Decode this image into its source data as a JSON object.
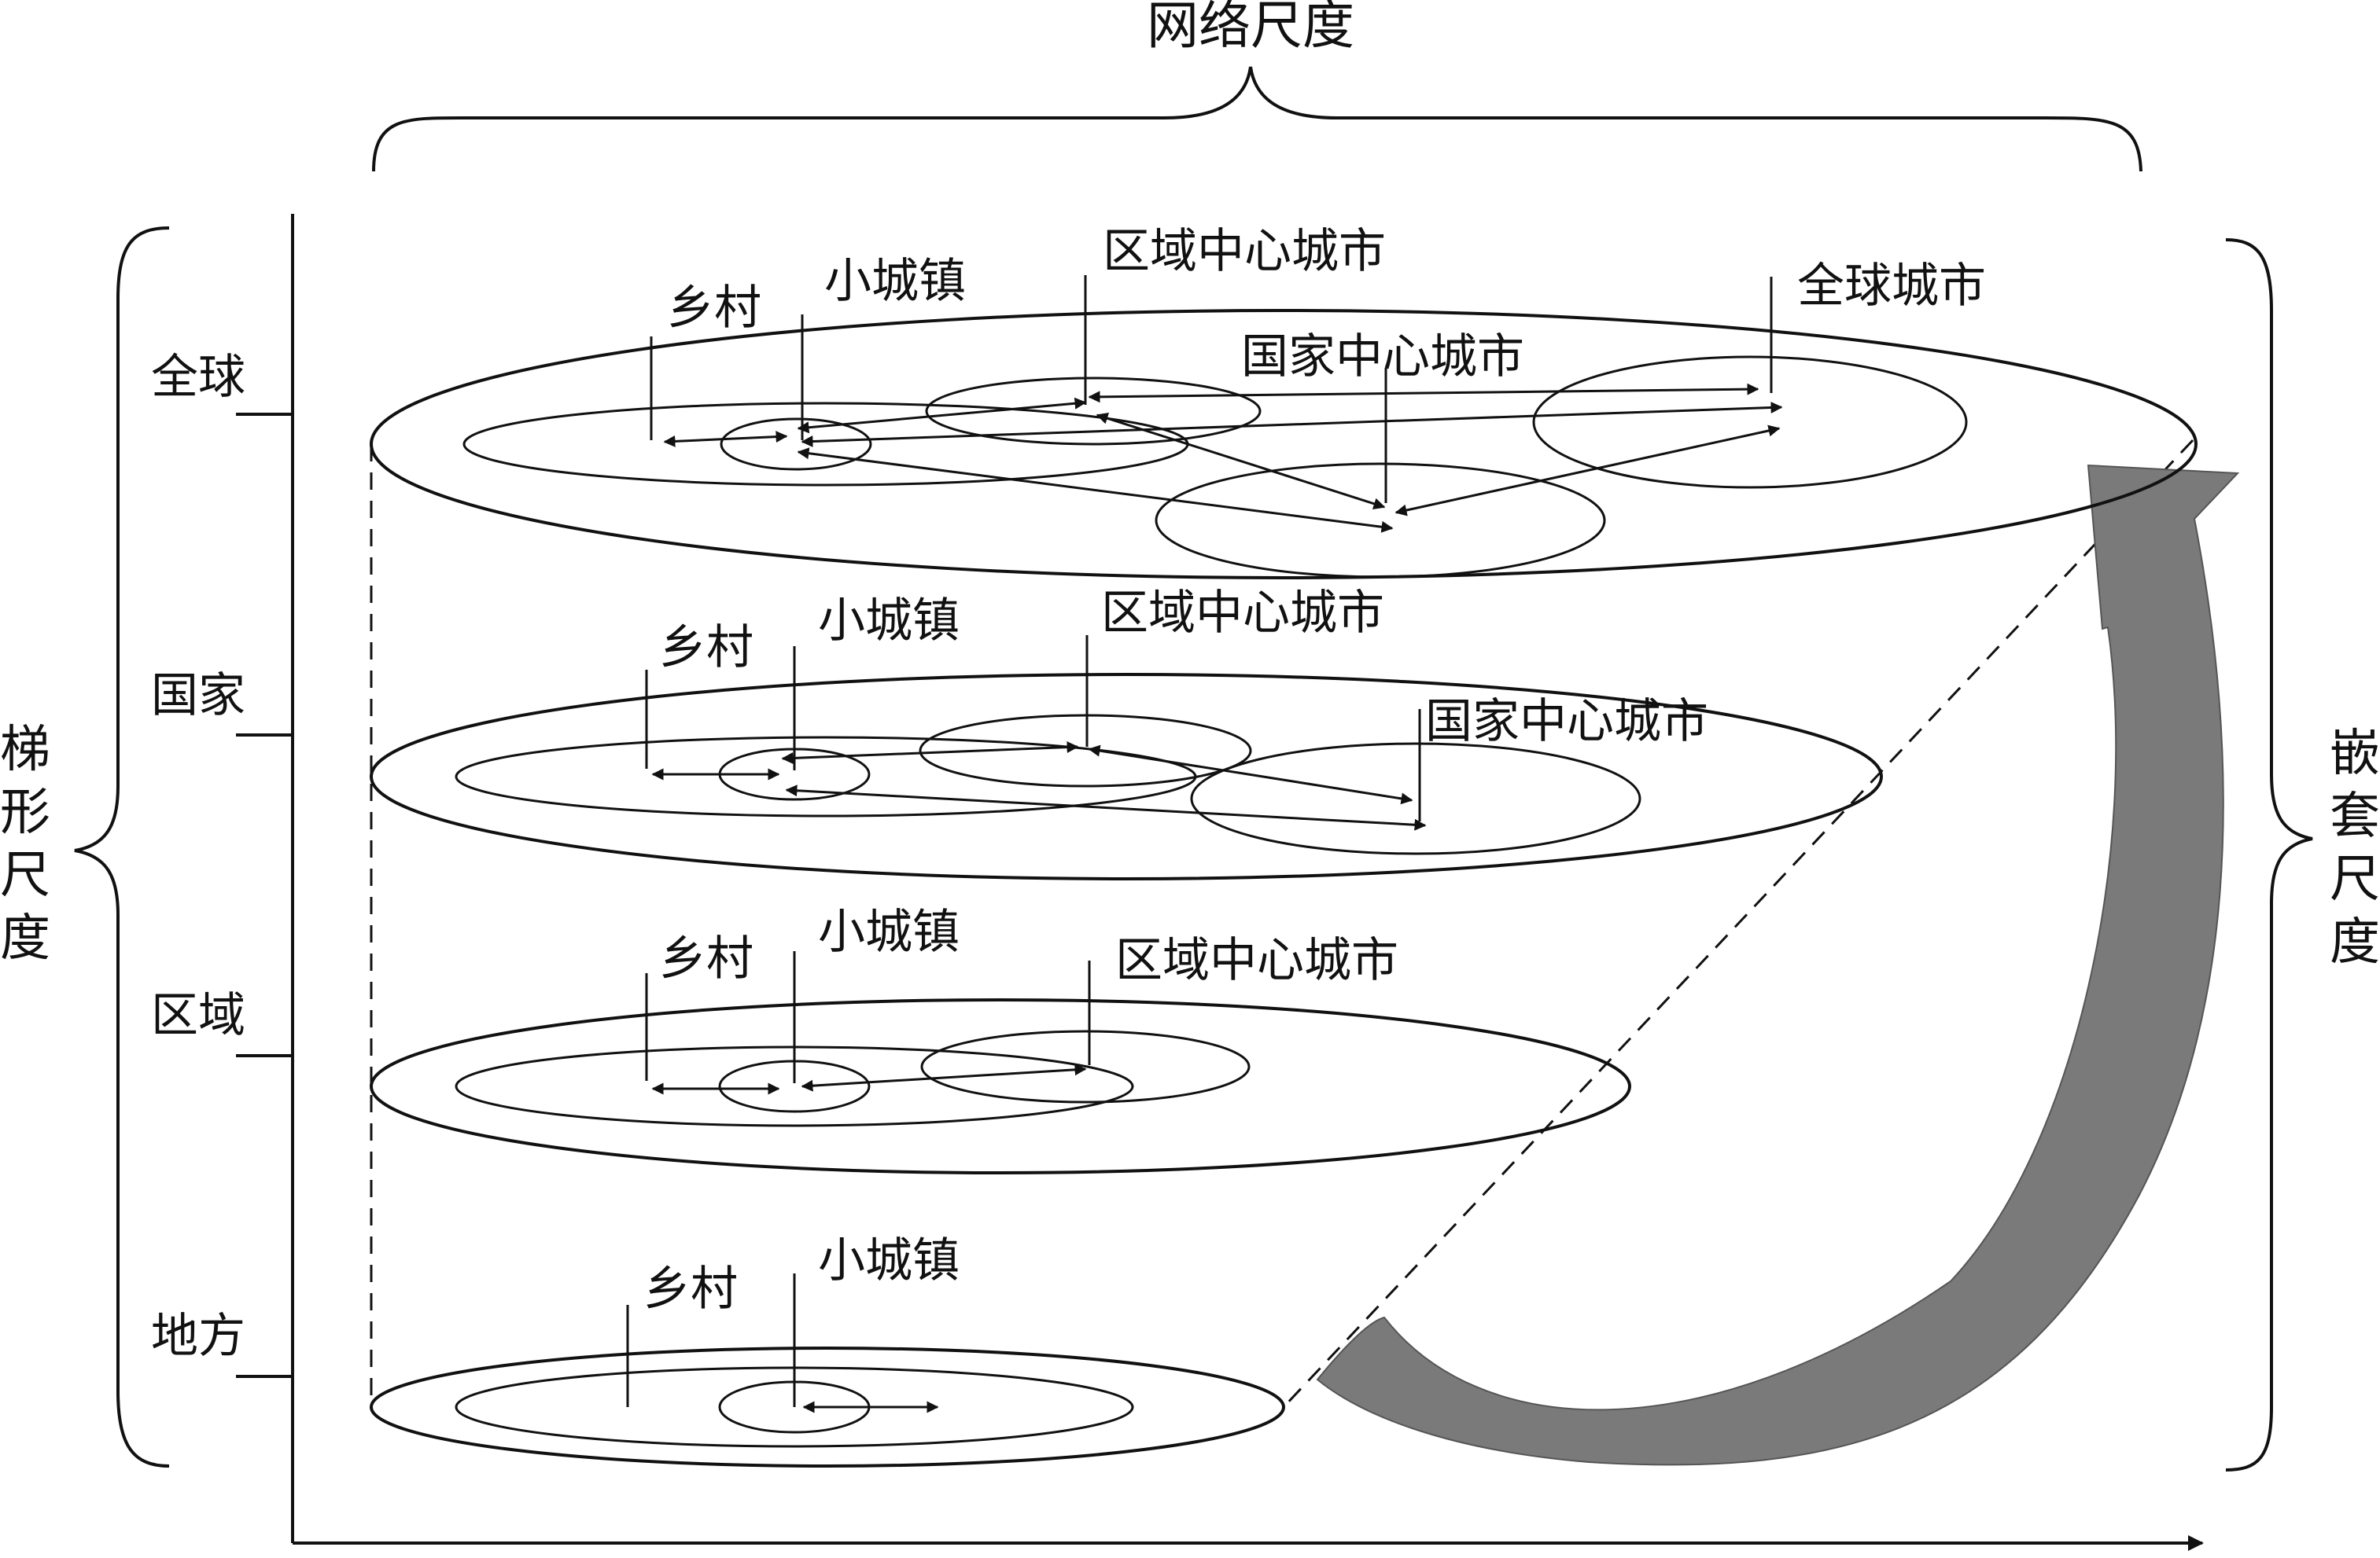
{
  "titles": {
    "network": "网络尺度",
    "ladder": [
      "梯",
      "形",
      "尺",
      "度"
    ],
    "nested": [
      "嵌",
      "套",
      "尺",
      "度"
    ]
  },
  "axis_levels": [
    "全球",
    "国家",
    "区域",
    "地方"
  ],
  "layers": {
    "global": {
      "rural": "乡村",
      "town": "小城镇",
      "regional": "区域中心城市",
      "national": "国家中心城市",
      "world": "全球城市"
    },
    "national": {
      "rural": "乡村",
      "town": "小城镇",
      "regional": "区域中心城市",
      "national": "国家中心城市"
    },
    "regional": {
      "rural": "乡村",
      "town": "小城镇",
      "regional": "区域中心城市"
    },
    "local": {
      "rural": "乡村",
      "town": "小城镇"
    }
  },
  "colors": {
    "ink": "#111111",
    "light": "#f2f2f2",
    "regional_fill": "#dedede",
    "national_fill": "#a6a6a6",
    "world_fill": "#6e6e6e",
    "curve_arrow": "#7a7a7a"
  }
}
